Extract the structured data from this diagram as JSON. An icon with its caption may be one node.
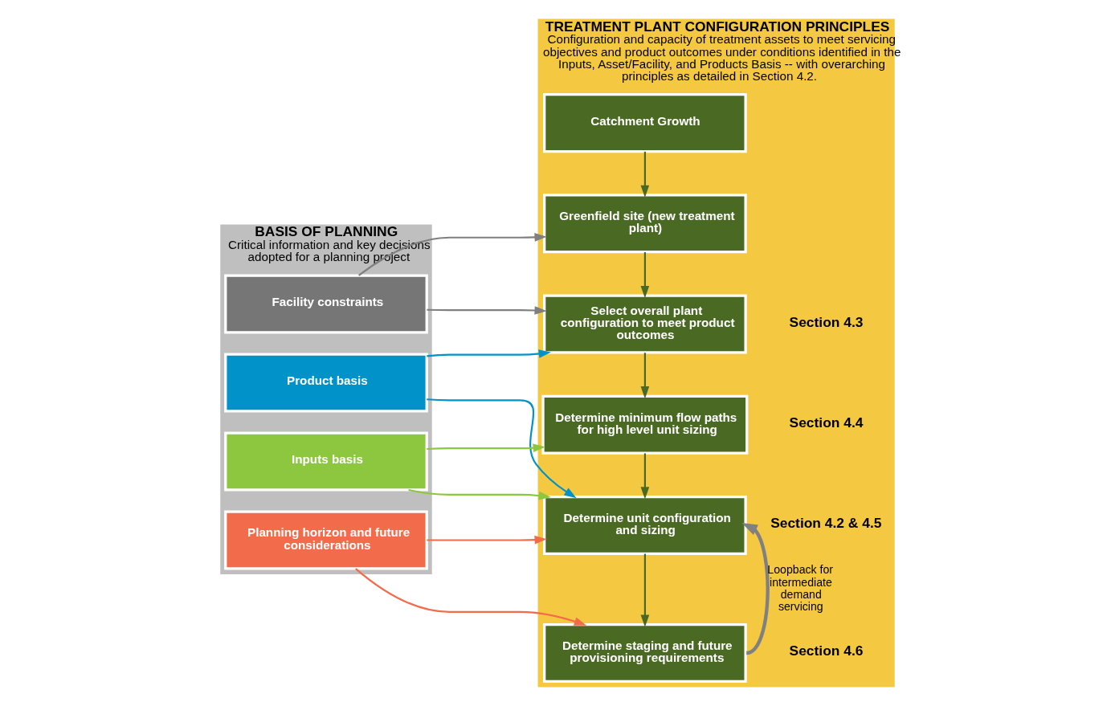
{
  "diagram": {
    "nodes": [
      {
        "text": [
          "BASIS OF PLANNING",
          "Critical information and key decisions adopted for a planning project"
        ]
      },
      {
        "text": [
          "TREATMENT PLANT CONFIGURATION PRINCIPLES",
          "Configuration and capacity of treatment assets to meet servicing objectives and product outcomes under conditions identified in the Inputs, Asset/Facility, and Products Basis -- with overarching principles as detailed in Section 4.2."
        ]
      },
      {
        "text": [
          "Facility constraints"
        ],
        "in": 0
      },
      {
        "text": [
          "Product basis"
        ],
        "in": 0
      },
      {
        "text": [
          "Inputs basis"
        ],
        "in": 0
      },
      {
        "text": [
          "Planning horizon and future considerations"
        ],
        "in": 0
      },
      {
        "text": [
          "Catchment Growth"
        ],
        "in": 1
      },
      {
        "text": [
          "Greenfield site (new treatment plant)"
        ],
        "in": 1
      },
      {
        "text": [
          "Select overall plant configuration to meet product outcomes"
        ],
        "in": 1,
        "beside": [
          "Section 4.3"
        ]
      },
      {
        "text": [
          "Determine minimum flow paths for high level unit sizing"
        ],
        "in": 1,
        "beside": [
          "Section 4.4"
        ]
      },
      {
        "text": [
          "Determine unit configuration and sizing"
        ],
        "in": 1,
        "beside": [
          "Section 4.2 & 4.5"
        ]
      },
      {
        "text": [
          "Determine staging and future provisioning requirements"
        ],
        "in": 1,
        "beside": [
          "Section 4.6"
        ]
      }
    ],
    "edges": [
      {
        "from": 6,
        "to": 7,
        "arrow": "to",
        "color": "#4a6a23"
      },
      {
        "from": 7,
        "to": 8,
        "arrow": "to",
        "color": "#4a6a23"
      },
      {
        "from": 8,
        "to": 9,
        "arrow": "to",
        "color": "#4a6a23"
      },
      {
        "from": 9,
        "to": 10,
        "arrow": "to",
        "color": "#4a6a23"
      },
      {
        "from": 10,
        "to": 11,
        "arrow": "to",
        "color": "#4a6a23"
      },
      {
        "from": 2,
        "to": 7,
        "arrow": "to",
        "color": "#7f7f7f"
      },
      {
        "from": 2,
        "to": 8,
        "arrow": "to",
        "color": "#7f7f7f"
      },
      {
        "from": 3,
        "to": 8,
        "arrow": "to",
        "color": "#0092c9"
      },
      {
        "from": 3,
        "to": 10,
        "arrow": "to",
        "color": "#0092c9"
      },
      {
        "from": 4,
        "to": 9,
        "arrow": "to",
        "color": "#8dc63f"
      },
      {
        "from": 4,
        "to": 10,
        "arrow": "to",
        "color": "#8dc63f"
      },
      {
        "from": 5,
        "to": 10,
        "arrow": "to",
        "color": "#f26b4a"
      },
      {
        "from": 5,
        "to": 11,
        "arrow": "to",
        "color": "#f26b4a"
      },
      {
        "from": 11,
        "to": 10,
        "arrow": "to",
        "style": "thick",
        "color": "#808080",
        "label": "Loopback for intermediate demand servicing"
      }
    ]
  }
}
